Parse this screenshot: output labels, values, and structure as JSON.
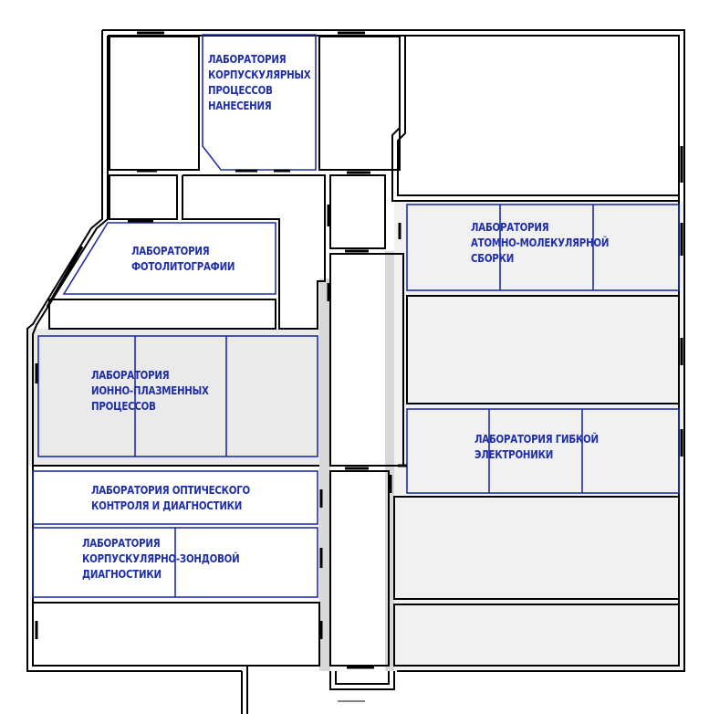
{
  "colors": {
    "wall": "#000000",
    "lab_outline": "#1f2fa8",
    "corridor_fill": "#d8d8d8",
    "label_text": "#1f2fa8"
  },
  "labs": [
    {
      "id": "corpuscular_deposition",
      "lines": [
        "ЛАБОРАТОРИЯ",
        "КОРПУСКУЛЯРНЫХ",
        "ПРОЦЕССОВ",
        "НАНЕСЕНИЯ"
      ]
    },
    {
      "id": "photolithography",
      "lines": [
        "ЛАБОРАТОРИЯ",
        "ФОТОЛИТОГРАФИИ"
      ]
    },
    {
      "id": "atomic_molecular",
      "lines": [
        "ЛАБОРАТОРИЯ",
        "АТОМНО-МОЛЕКУЛЯРНОЙ",
        "СБОРКИ"
      ]
    },
    {
      "id": "ion_plasma",
      "lines": [
        "ЛАБОРАТОРИЯ",
        "ИОННО-ПЛАЗМЕННЫХ",
        "ПРОЦЕССОВ"
      ]
    },
    {
      "id": "flexible_electronics",
      "lines": [
        "ЛАБОРАТОРИЯ ГИБКОЙ",
        "ЭЛЕКТРОНИКИ"
      ]
    },
    {
      "id": "optical_control",
      "lines": [
        "ЛАБОРАТОРИЯ ОПТИЧЕСКОГО",
        "КОНТРОЛЯ И ДИАГНОСТИКИ"
      ]
    },
    {
      "id": "probe_diagnostics",
      "lines": [
        "ЛАБОРАТОРИЯ",
        "КОРПУСКУЛЯРНО-ЗОНДОВОЙ",
        "ДИАГНОСТИКИ"
      ]
    }
  ]
}
